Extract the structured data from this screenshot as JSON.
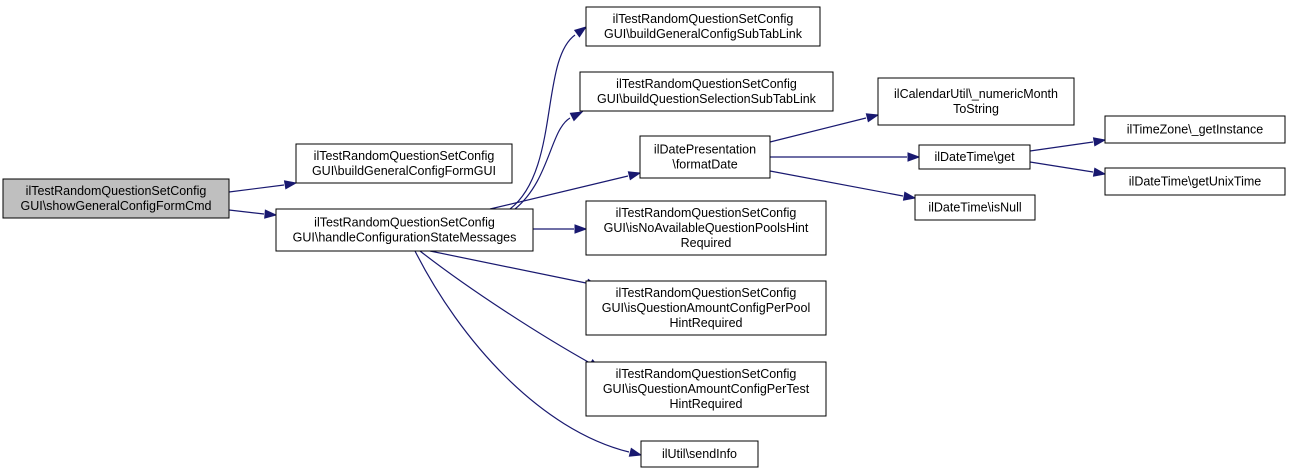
{
  "colors": {
    "edge": "#191970",
    "node_fill": "#ffffff",
    "root_fill": "#bfbfbf",
    "border": "#000000"
  },
  "nodes": [
    {
      "id": "show",
      "lines": [
        "ilTestRandomQuestionSetConfig",
        "GUI\\showGeneralConfigFormCmd"
      ],
      "root": true
    },
    {
      "id": "buildForm",
      "lines": [
        "ilTestRandomQuestionSetConfig",
        "GUI\\buildGeneralConfigFormGUI"
      ]
    },
    {
      "id": "handle",
      "lines": [
        "ilTestRandomQuestionSetConfig",
        "GUI\\handleConfigurationStateMessages"
      ]
    },
    {
      "id": "genSub",
      "lines": [
        "ilTestRandomQuestionSetConfig",
        "GUI\\buildGeneralConfigSubTabLink"
      ]
    },
    {
      "id": "qsSub",
      "lines": [
        "ilTestRandomQuestionSetConfig",
        "GUI\\buildQuestionSelectionSubTabLink"
      ]
    },
    {
      "id": "fmtDate",
      "lines": [
        "ilDatePresentation",
        "\\formatDate"
      ]
    },
    {
      "id": "noPools",
      "lines": [
        "ilTestRandomQuestionSetConfig",
        "GUI\\isNoAvailableQuestionPoolsHint",
        "Required"
      ]
    },
    {
      "id": "perPool",
      "lines": [
        "ilTestRandomQuestionSetConfig",
        "GUI\\isQuestionAmountConfigPerPool",
        "HintRequired"
      ]
    },
    {
      "id": "perTest",
      "lines": [
        "ilTestRandomQuestionSetConfig",
        "GUI\\isQuestionAmountConfigPerTest",
        "HintRequired"
      ]
    },
    {
      "id": "sendInfo",
      "lines": [
        "ilUtil\\sendInfo"
      ]
    },
    {
      "id": "numMonth",
      "lines": [
        "ilCalendarUtil\\_numericMonth",
        "ToString"
      ]
    },
    {
      "id": "dtGet",
      "lines": [
        "ilDateTime\\get"
      ]
    },
    {
      "id": "dtNull",
      "lines": [
        "ilDateTime\\isNull"
      ]
    },
    {
      "id": "tzInst",
      "lines": [
        "ilTimeZone\\_getInstance"
      ]
    },
    {
      "id": "unix",
      "lines": [
        "ilDateTime\\getUnixTime"
      ]
    }
  ],
  "edges": [
    {
      "from": "show",
      "to": "buildForm"
    },
    {
      "from": "show",
      "to": "handle"
    },
    {
      "from": "handle",
      "to": "genSub"
    },
    {
      "from": "handle",
      "to": "qsSub"
    },
    {
      "from": "handle",
      "to": "fmtDate"
    },
    {
      "from": "handle",
      "to": "noPools"
    },
    {
      "from": "handle",
      "to": "perPool"
    },
    {
      "from": "handle",
      "to": "perTest"
    },
    {
      "from": "handle",
      "to": "sendInfo"
    },
    {
      "from": "fmtDate",
      "to": "numMonth"
    },
    {
      "from": "fmtDate",
      "to": "dtGet"
    },
    {
      "from": "fmtDate",
      "to": "dtNull"
    },
    {
      "from": "dtGet",
      "to": "tzInst"
    },
    {
      "from": "dtGet",
      "to": "unix"
    }
  ]
}
